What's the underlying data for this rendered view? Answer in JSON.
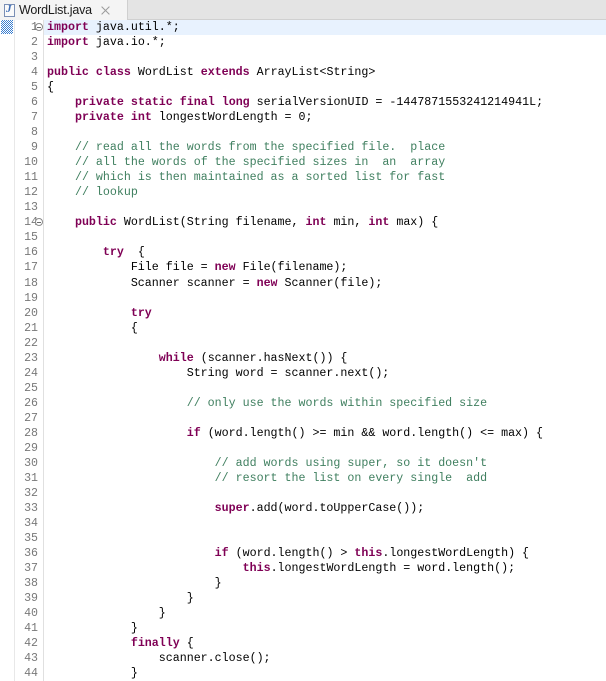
{
  "tab": {
    "icon": "java-file-icon",
    "title": "WordList.java",
    "close_icon": "close-icon"
  },
  "colors": {
    "keyword": "#7f0055",
    "comment": "#3f7f5f",
    "line_number": "#787878",
    "current_line": "#e8f2fe"
  },
  "editor": {
    "current_line": 1,
    "folded_lines": [
      1,
      14
    ],
    "lines": [
      {
        "n": "1",
        "segs": [
          [
            "kw",
            "import"
          ],
          [
            "t",
            " java.util.*;"
          ]
        ]
      },
      {
        "n": "2",
        "segs": [
          [
            "kw",
            "import"
          ],
          [
            "t",
            " java.io.*;"
          ]
        ]
      },
      {
        "n": "3",
        "segs": []
      },
      {
        "n": "4",
        "segs": [
          [
            "kw",
            "public"
          ],
          [
            "t",
            " "
          ],
          [
            "kw",
            "class"
          ],
          [
            "t",
            " WordList "
          ],
          [
            "kw",
            "extends"
          ],
          [
            "t",
            " ArrayList<String>"
          ]
        ]
      },
      {
        "n": "5",
        "segs": [
          [
            "t",
            "{"
          ]
        ]
      },
      {
        "n": "6",
        "segs": [
          [
            "t",
            "    "
          ],
          [
            "kw",
            "private"
          ],
          [
            "t",
            " "
          ],
          [
            "kw",
            "static"
          ],
          [
            "t",
            " "
          ],
          [
            "kw",
            "final"
          ],
          [
            "t",
            " "
          ],
          [
            "kw",
            "long"
          ],
          [
            "t",
            " serialVersionUID = -1447871553241214941L;"
          ]
        ]
      },
      {
        "n": "7",
        "segs": [
          [
            "t",
            "    "
          ],
          [
            "kw",
            "private"
          ],
          [
            "t",
            " "
          ],
          [
            "kw",
            "int"
          ],
          [
            "t",
            " longestWordLength = 0;"
          ]
        ]
      },
      {
        "n": "8",
        "segs": []
      },
      {
        "n": "9",
        "segs": [
          [
            "t",
            "    "
          ],
          [
            "cm",
            "// read all the words from the specified file.  place"
          ]
        ]
      },
      {
        "n": "10",
        "segs": [
          [
            "t",
            "    "
          ],
          [
            "cm",
            "// all the words of the specified sizes in  an  array"
          ]
        ]
      },
      {
        "n": "11",
        "segs": [
          [
            "t",
            "    "
          ],
          [
            "cm",
            "// which is then maintained as a sorted list for fast"
          ]
        ]
      },
      {
        "n": "12",
        "segs": [
          [
            "t",
            "    "
          ],
          [
            "cm",
            "// lookup"
          ]
        ]
      },
      {
        "n": "13",
        "segs": []
      },
      {
        "n": "14",
        "segs": [
          [
            "t",
            "    "
          ],
          [
            "kw",
            "public"
          ],
          [
            "t",
            " WordList(String filename, "
          ],
          [
            "kw",
            "int"
          ],
          [
            "t",
            " min, "
          ],
          [
            "kw",
            "int"
          ],
          [
            "t",
            " max) {"
          ]
        ]
      },
      {
        "n": "15",
        "segs": []
      },
      {
        "n": "16",
        "segs": [
          [
            "t",
            "        "
          ],
          [
            "kw",
            "try"
          ],
          [
            "t",
            "  {"
          ]
        ]
      },
      {
        "n": "17",
        "segs": [
          [
            "t",
            "            File file = "
          ],
          [
            "kw",
            "new"
          ],
          [
            "t",
            " File(filename);"
          ]
        ]
      },
      {
        "n": "18",
        "segs": [
          [
            "t",
            "            Scanner scanner = "
          ],
          [
            "kw",
            "new"
          ],
          [
            "t",
            " Scanner(file);"
          ]
        ]
      },
      {
        "n": "19",
        "segs": []
      },
      {
        "n": "20",
        "segs": [
          [
            "t",
            "            "
          ],
          [
            "kw",
            "try"
          ]
        ]
      },
      {
        "n": "21",
        "segs": [
          [
            "t",
            "            {"
          ]
        ]
      },
      {
        "n": "22",
        "segs": []
      },
      {
        "n": "23",
        "segs": [
          [
            "t",
            "                "
          ],
          [
            "kw",
            "while"
          ],
          [
            "t",
            " (scanner.hasNext()) {"
          ]
        ]
      },
      {
        "n": "24",
        "segs": [
          [
            "t",
            "                    String word = scanner.next();"
          ]
        ]
      },
      {
        "n": "25",
        "segs": []
      },
      {
        "n": "26",
        "segs": [
          [
            "t",
            "                    "
          ],
          [
            "cm",
            "// only use the words within specified size"
          ]
        ]
      },
      {
        "n": "27",
        "segs": []
      },
      {
        "n": "28",
        "segs": [
          [
            "t",
            "                    "
          ],
          [
            "kw",
            "if"
          ],
          [
            "t",
            " (word.length() >= min && word.length() <= max) {"
          ]
        ]
      },
      {
        "n": "29",
        "segs": []
      },
      {
        "n": "30",
        "segs": [
          [
            "t",
            "                        "
          ],
          [
            "cm",
            "// add words using super, so it doesn't"
          ]
        ]
      },
      {
        "n": "31",
        "segs": [
          [
            "t",
            "                        "
          ],
          [
            "cm",
            "// resort the list on every single  add"
          ]
        ]
      },
      {
        "n": "32",
        "segs": []
      },
      {
        "n": "33",
        "segs": [
          [
            "t",
            "                        "
          ],
          [
            "kw",
            "super"
          ],
          [
            "t",
            ".add(word.toUpperCase());"
          ]
        ]
      },
      {
        "n": "34",
        "segs": []
      },
      {
        "n": "35",
        "segs": []
      },
      {
        "n": "36",
        "segs": [
          [
            "t",
            "                        "
          ],
          [
            "kw",
            "if"
          ],
          [
            "t",
            " (word.length() > "
          ],
          [
            "kw",
            "this"
          ],
          [
            "t",
            ".longestWordLength) {"
          ]
        ]
      },
      {
        "n": "37",
        "segs": [
          [
            "t",
            "                            "
          ],
          [
            "kw",
            "this"
          ],
          [
            "t",
            ".longestWordLength = word.length();"
          ]
        ]
      },
      {
        "n": "38",
        "segs": [
          [
            "t",
            "                        }"
          ]
        ]
      },
      {
        "n": "39",
        "segs": [
          [
            "t",
            "                    }"
          ]
        ]
      },
      {
        "n": "40",
        "segs": [
          [
            "t",
            "                }"
          ]
        ]
      },
      {
        "n": "41",
        "segs": [
          [
            "t",
            "            }"
          ]
        ]
      },
      {
        "n": "42",
        "segs": [
          [
            "t",
            "            "
          ],
          [
            "kw",
            "finally"
          ],
          [
            "t",
            " {"
          ]
        ]
      },
      {
        "n": "43",
        "segs": [
          [
            "t",
            "                scanner.close();"
          ]
        ]
      },
      {
        "n": "44",
        "segs": [
          [
            "t",
            "            }"
          ]
        ]
      }
    ]
  }
}
